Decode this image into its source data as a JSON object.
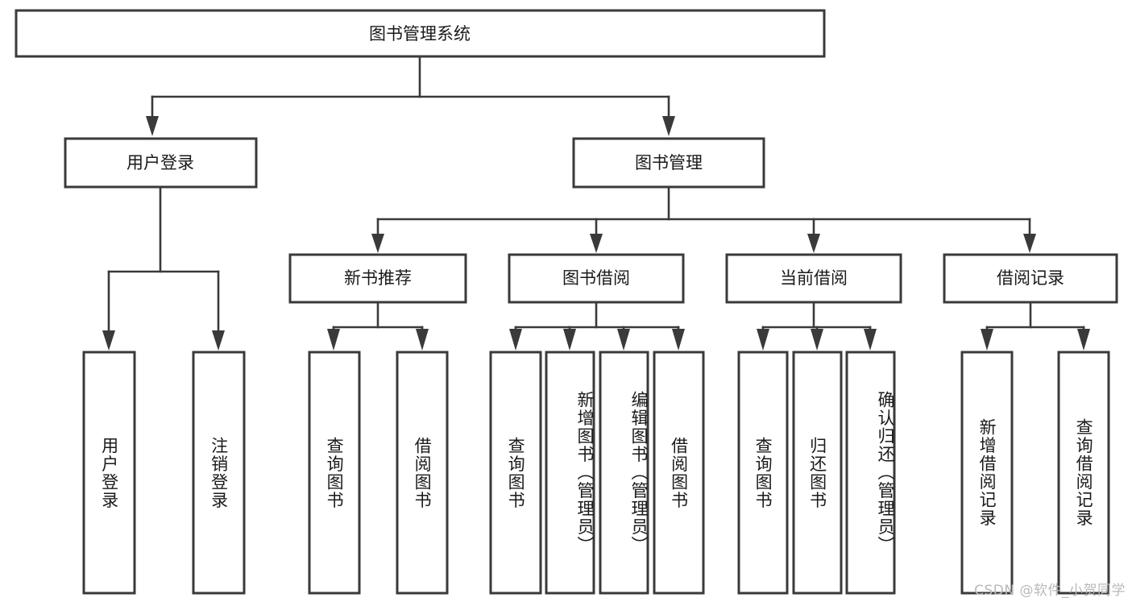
{
  "diagram": {
    "title": "图书管理系统",
    "type": "hierarchy-tree",
    "orientation": "top-down",
    "colors": {
      "box_stroke": "#3a3a3a",
      "box_fill": "#ffffff",
      "line": "#3a3a3a",
      "text": "#1a1a1a",
      "background": "#ffffff",
      "watermark": "#b9b9b9"
    },
    "root": {
      "label": "图书管理系统"
    },
    "level1": [
      {
        "label": "用户登录"
      },
      {
        "label": "图书管理"
      }
    ],
    "level2": [
      {
        "label": "新书推荐"
      },
      {
        "label": "图书借阅"
      },
      {
        "label": "当前借阅"
      },
      {
        "label": "借阅记录"
      }
    ],
    "leaves": {
      "user_login": [
        {
          "label": "用户登录"
        },
        {
          "label": "注销登录"
        }
      ],
      "new_book_recommend": [
        {
          "label": "查询图书"
        },
        {
          "label": "借阅图书"
        }
      ],
      "book_borrow": [
        {
          "label": "查询图书"
        },
        {
          "label": "新增图书（管理员）"
        },
        {
          "label": "编辑图书（管理员）"
        },
        {
          "label": "借阅图书"
        }
      ],
      "current_borrow": [
        {
          "label": "查询图书"
        },
        {
          "label": "归还图书"
        },
        {
          "label": "确认归还（管理员）"
        }
      ],
      "borrow_record": [
        {
          "label": "新增借阅记录"
        },
        {
          "label": "查询借阅记录"
        }
      ]
    }
  },
  "watermark": {
    "text": "CSDN @软件_小贺同学"
  }
}
